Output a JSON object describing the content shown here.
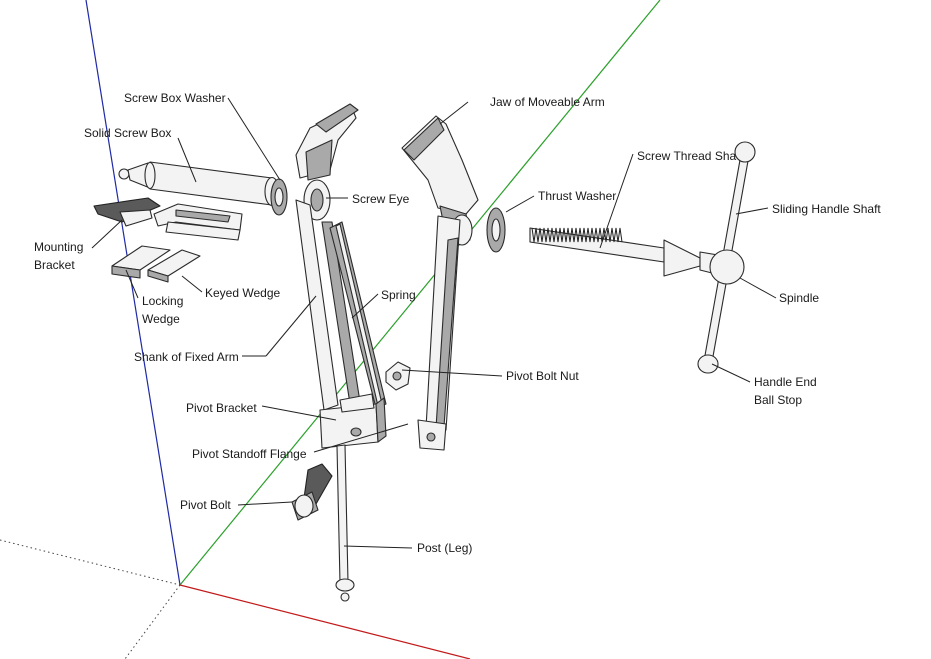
{
  "labels": {
    "screw_box_washer": "Screw Box Washer",
    "solid_screw_box": "Solid Screw Box",
    "jaw_moveable_arm": "Jaw of Moveable Arm",
    "screw_thread_shaft": "Screw Thread Sha",
    "screw_eye": "Screw Eye",
    "thrust_washer": "Thrust Washer",
    "sliding_handle_shaft": "Sliding Handle Shaft",
    "mounting_bracket_1": "Mounting",
    "mounting_bracket_2": "Bracket",
    "keyed_wedge": "Keyed Wedge",
    "spring": "Spring",
    "spindle": "Spindle",
    "locking_wedge_1": "Locking",
    "locking_wedge_2": "Wedge",
    "shank_fixed_arm": "Shank of Fixed Arm",
    "pivot_bolt_nut": "Pivot Bolt Nut",
    "handle_end_1": "Handle End",
    "handle_end_2": "Ball Stop",
    "pivot_bracket": "Pivot Bracket",
    "pivot_standoff_flange": "Pivot Standoff Flange",
    "pivot_bolt": "Pivot Bolt",
    "post_leg": "Post (Leg)"
  },
  "colors": {
    "axis_blue": "#1f2aa6",
    "axis_green": "#2aa02a",
    "axis_red": "#c21a1a"
  }
}
